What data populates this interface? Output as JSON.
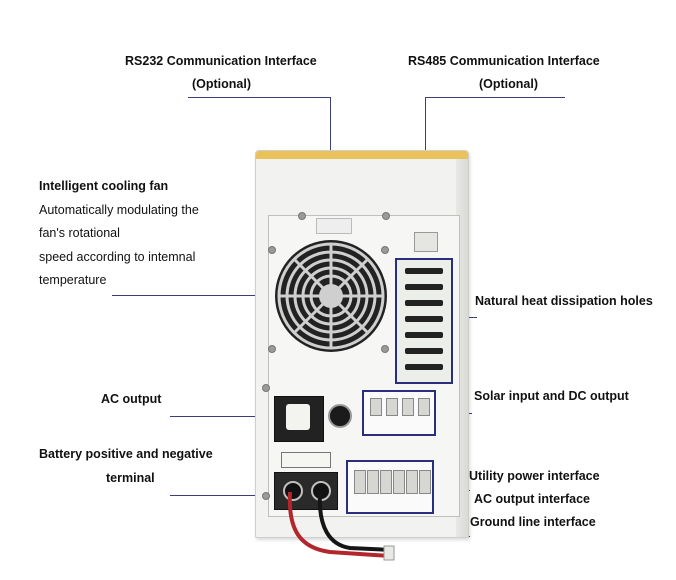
{
  "labels": {
    "rs232_title": "RS232 Communication Interface",
    "rs232_sub": "(Optional)",
    "rs485_title": "RS485 Communication Interface",
    "rs485_sub": "(Optional)",
    "cooling_title": "Intelligent cooling fan",
    "cooling_line1": "Automatically modulating the",
    "cooling_line2": "fan's rotational",
    "cooling_line3": "speed according to intemnal",
    "cooling_line4": "temperature",
    "heat_holes": "Natural heat dissipation holes",
    "ac_output": "AC output",
    "solar": "Solar input and DC output",
    "battery_line1": "Battery positive and negative",
    "battery_line2": "terminal",
    "utility": "Utility power interface",
    "ac_output_interface": "AC output interface",
    "ground": "Ground line interface"
  },
  "colors": {
    "leader": "#3a3f7a",
    "highlight_box": "#2a2e7c",
    "device_top": "#e9c25c",
    "cable_red": "#b3262c",
    "cable_black": "#151515"
  }
}
